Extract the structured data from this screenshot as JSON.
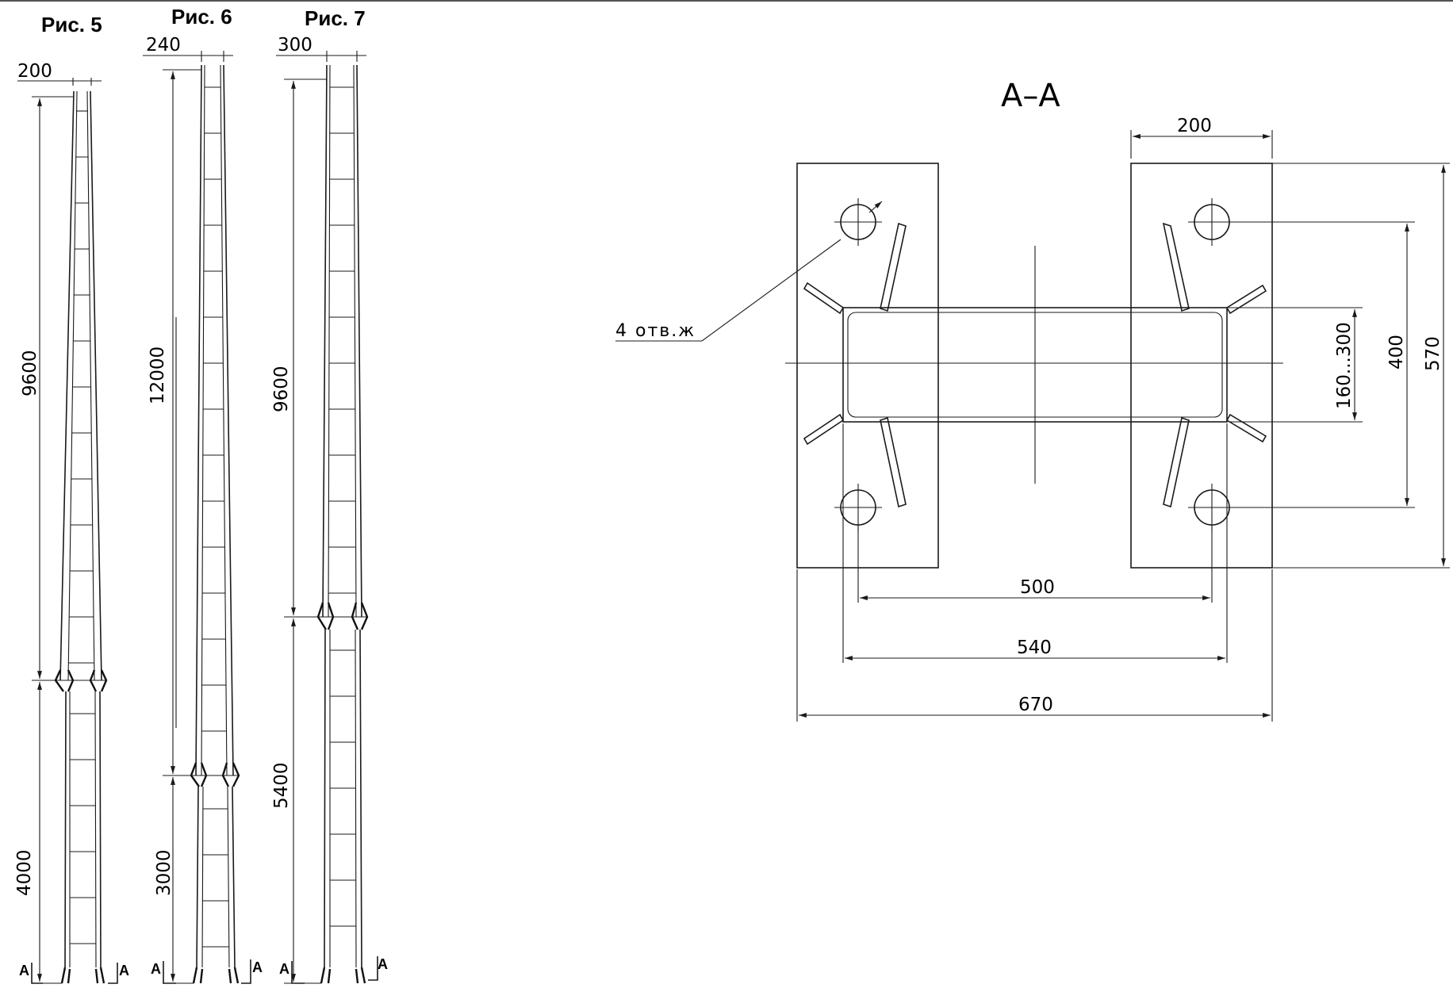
{
  "figures": {
    "fig5": {
      "title": "Рис. 5",
      "top_width": "200",
      "upper_height": "9600",
      "lower_height": "4000",
      "section_left": "A",
      "section_right": "A"
    },
    "fig6": {
      "title": "Рис. 6",
      "top_width": "240",
      "total_height": "12000",
      "lower_height": "3000",
      "section_left": "A",
      "section_right": "A"
    },
    "fig7": {
      "title": "Рис. 7",
      "top_width": "300",
      "upper_height": "9600",
      "lower_height": "5400",
      "section_left": "A",
      "section_right": "A"
    }
  },
  "section_view": {
    "title": "А–А",
    "plate_width": "200",
    "hole_label": "4 отв.ж",
    "dims": {
      "hole_spacing_x": "500",
      "inner_width": "540",
      "total_width": "670",
      "channel_height": "160...300",
      "hole_spacing_y": "400",
      "total_height": "570"
    }
  }
}
